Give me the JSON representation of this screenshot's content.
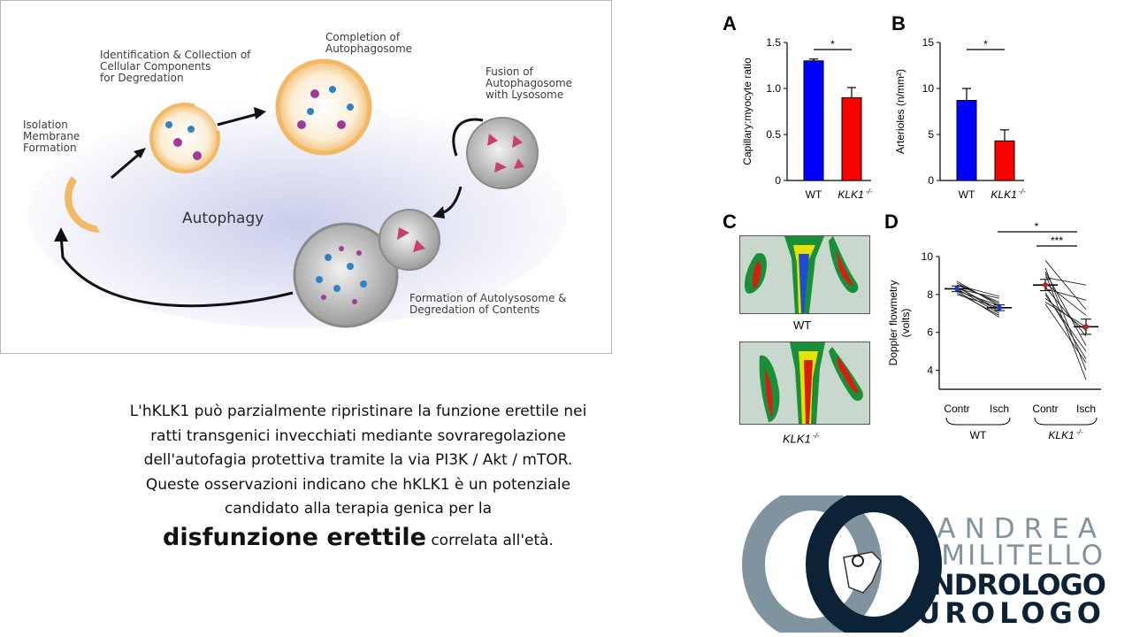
{
  "autophagy": {
    "label_isolation": "Isolation\nMembrane\nFormation",
    "label_identification": "Identification & Collection of\nCellular Components\nfor Degredation",
    "label_completion": "Completion of\nAutophagosome",
    "label_fusion": "Fusion of\nAutophagosome\nwith Lysosome",
    "label_formation": "Formation of Autolysosome &\nDegredation of Contents",
    "title": "Autophagy"
  },
  "panels": {
    "A": {
      "letter": "A",
      "ylabel": "Capillary:myocyte ratio",
      "xlabel_wt": "WT",
      "xlabel_ko": "KLK1",
      "ko_sup": " -/-",
      "sig": "*"
    },
    "B": {
      "letter": "B",
      "ylabel": "Arterioles (n/mm²)",
      "xlabel_wt": "WT",
      "xlabel_ko": "KLK1",
      "ko_sup": " -/-",
      "sig": "*"
    },
    "C": {
      "letter": "C",
      "label_wt": "WT",
      "label_ko": "KLK1",
      "ko_sup": " -/-"
    },
    "D": {
      "letter": "D",
      "ylabel": "Doppler flowmetry\n(volts)",
      "contr": "Contr",
      "isch": "Isch",
      "group_wt": "WT",
      "group_ko": "KLK1",
      "ko_sup": " -/-",
      "sig1": "*",
      "sig2": "***"
    }
  },
  "chart_data": [
    {
      "panel": "A",
      "type": "bar",
      "categories": [
        "WT",
        "KLK1 -/-"
      ],
      "values": [
        1.3,
        0.9
      ],
      "errors": [
        0.02,
        0.11
      ],
      "colors": [
        "#0000ff",
        "#ff0000"
      ],
      "ylabel": "Capillary:myocyte ratio",
      "ylim": [
        0,
        1.5
      ],
      "yticks": [
        0,
        0.5,
        1.0,
        1.5
      ],
      "ytick_labels": [
        "0",
        "0.5",
        "1.0",
        "1.5"
      ],
      "significance": "*"
    },
    {
      "panel": "B",
      "type": "bar",
      "categories": [
        "WT",
        "KLK1 -/-"
      ],
      "values": [
        8.7,
        4.3
      ],
      "errors": [
        1.3,
        1.2
      ],
      "colors": [
        "#0000ff",
        "#ff0000"
      ],
      "ylabel": "Arterioles (n/mm²)",
      "ylim": [
        0,
        15
      ],
      "yticks": [
        0,
        5,
        10,
        15
      ],
      "ytick_labels": [
        "0",
        "5",
        "10",
        "15"
      ],
      "significance": "*"
    },
    {
      "panel": "D",
      "type": "line",
      "ylabel": "Doppler flowmetry (volts)",
      "ylim": [
        3,
        10
      ],
      "yticks": [
        4,
        6,
        8,
        10
      ],
      "ytick_labels": [
        "4",
        "6",
        "8",
        "10"
      ],
      "categories": [
        "Contr",
        "Isch",
        "Contr",
        "Isch"
      ],
      "groups": [
        "WT",
        "KLK1 -/-"
      ],
      "wt_pairs": [
        [
          8.5,
          7.6
        ],
        [
          8.4,
          7.2
        ],
        [
          8.3,
          7.0
        ],
        [
          8.2,
          7.4
        ],
        [
          8.6,
          7.5
        ],
        [
          8.1,
          6.9
        ],
        [
          8.3,
          7.8
        ],
        [
          8.4,
          7.1
        ],
        [
          8.0,
          7.3
        ],
        [
          8.5,
          7.9
        ],
        [
          8.2,
          6.8
        ],
        [
          8.7,
          7.4
        ]
      ],
      "ko_pairs": [
        [
          9.8,
          7.2
        ],
        [
          9.4,
          4.0
        ],
        [
          9.1,
          3.5
        ],
        [
          9.2,
          5.3
        ],
        [
          8.9,
          8.5
        ],
        [
          8.6,
          6.9
        ],
        [
          8.4,
          5.8
        ],
        [
          8.3,
          7.7
        ],
        [
          8.1,
          4.6
        ],
        [
          8.0,
          5.0
        ],
        [
          7.8,
          6.1
        ],
        [
          7.6,
          6.3
        ],
        [
          7.5,
          4.4
        ]
      ],
      "means": [
        8.3,
        7.3,
        8.5,
        6.3
      ],
      "mean_errors": [
        0.15,
        0.15,
        0.3,
        0.4
      ],
      "significance": [
        "*",
        "***"
      ]
    }
  ],
  "body_text": {
    "line1": "L'hKLK1 può parzialmente ripristinare la funzione erettile nei",
    "line2": "ratti transgenici invecchiati mediante sovraregolazione",
    "line3": "dell'autofagia protettiva tramite la via PI3K / Akt / mTOR.",
    "line4": "Queste osservazioni indicano che hKLK1 è un potenziale",
    "line5": "candidato alla terapia genica per la",
    "emph": "disfunzione erettile",
    "tail": " correlata all'età."
  },
  "logo": {
    "line1": "ANDREA",
    "line2": "MILITELLO",
    "line3": "ANDROLOGO",
    "line4": "UROLOGO"
  },
  "colors": {
    "wt": "#0000ff",
    "ko": "#ff0000",
    "logo_grey": "#7f949e",
    "logo_dark": "#0c2236"
  }
}
